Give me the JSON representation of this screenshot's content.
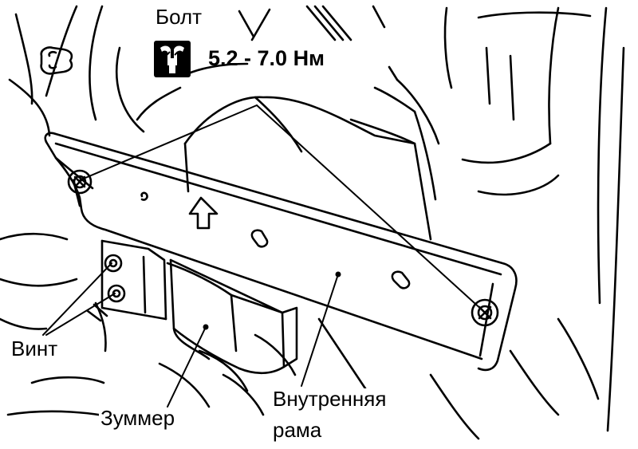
{
  "labels": {
    "bolt": "Болт",
    "torque": "5.2 - 7.0 Нм",
    "screw": "Винт",
    "buzzer": "Зуммер",
    "inner_frame_line1": "Внутренняя",
    "inner_frame_line2": "рама"
  },
  "icons": {
    "torque": "torque-wrench-icon"
  },
  "colors": {
    "ink": "#000000",
    "paper": "#ffffff"
  }
}
